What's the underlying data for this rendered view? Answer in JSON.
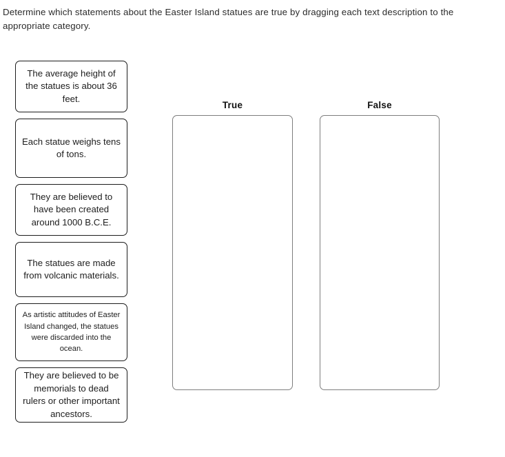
{
  "prompt": {
    "text": "Determine which statements about the Easter Island statues are true by dragging each text description to the appropriate category."
  },
  "cards": [
    {
      "id": "card-average-height",
      "text": "The average height of the statues is about 36 feet."
    },
    {
      "id": "card-statue-weight",
      "text": "Each statue weighs tens of tons."
    },
    {
      "id": "card-created-date",
      "text": "They are believed to have been created around 1000 B.C.E."
    },
    {
      "id": "card-volcanic",
      "text": "The statues are made from volcanic materials."
    },
    {
      "id": "card-discarded-ocean",
      "text": "As artistic attitudes of Easter Island changed, the statues were discarded into the ocean."
    },
    {
      "id": "card-memorials",
      "text": "They are believed to be memorials to dead rulers or other important ancestors."
    }
  ],
  "dropzones": [
    {
      "id": "dropzone-true",
      "label": "True",
      "items": []
    },
    {
      "id": "dropzone-false",
      "label": "False",
      "items": []
    }
  ],
  "colors": {
    "page_background": "#ffffff",
    "card_border": "#1b1b1b",
    "dropzone_border": "#7d7d7d",
    "text": "#1d1d1d"
  }
}
